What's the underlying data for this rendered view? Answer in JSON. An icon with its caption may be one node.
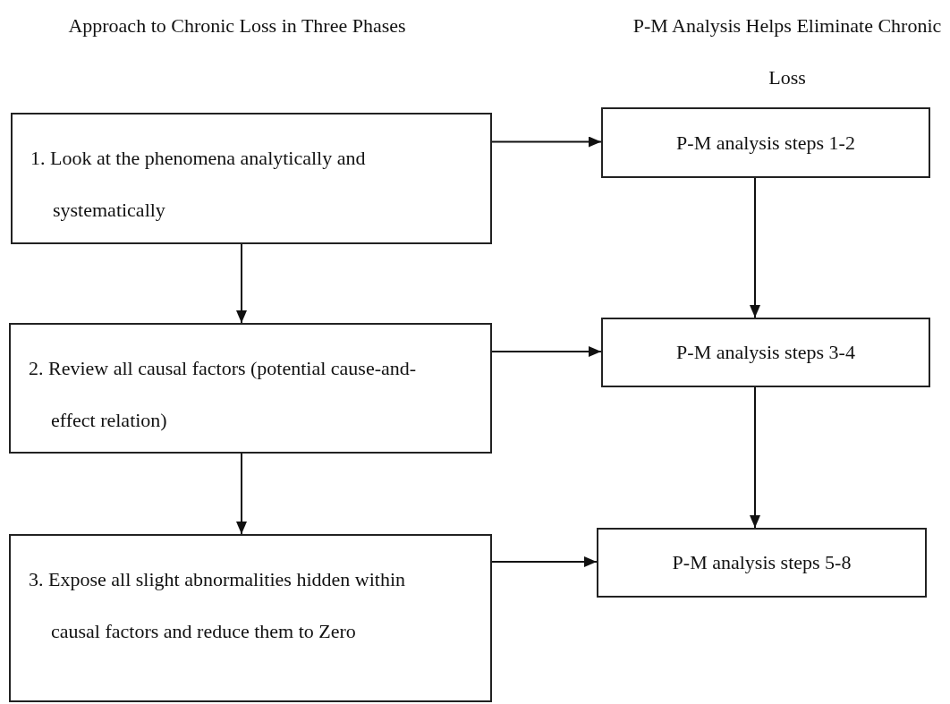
{
  "diagram": {
    "nodes": [
      {
        "text": [
          "1. Look at the phenomena analytically and systematically"
        ]
      },
      {
        "text": [
          "2. Review all causal factors (potential cause-and-effect relation)"
        ]
      },
      {
        "text": [
          "3. Expose all slight abnormalities hidden within causal factors and reduce them to Zero"
        ]
      },
      {
        "text": [
          "P-M analysis steps 1-2"
        ]
      },
      {
        "text": [
          "P-M analysis steps 3-4"
        ]
      },
      {
        "text": [
          "P-M analysis steps 5-8"
        ]
      }
    ],
    "edges": [
      {
        "from": 0,
        "to": 3,
        "arrow": "to"
      },
      {
        "from": 0,
        "to": 1,
        "arrow": "to"
      },
      {
        "from": 3,
        "to": 4,
        "arrow": "to"
      },
      {
        "from": 1,
        "to": 4,
        "arrow": "to"
      },
      {
        "from": 1,
        "to": 2,
        "arrow": "to"
      },
      {
        "from": 4,
        "to": 5,
        "arrow": "to"
      },
      {
        "from": 2,
        "to": 5,
        "arrow": "to"
      }
    ],
    "labels": [
      "Approach to Chronic Loss in Three Phases",
      "P-M Analysis Helps Eliminate Chronic Loss"
    ]
  }
}
